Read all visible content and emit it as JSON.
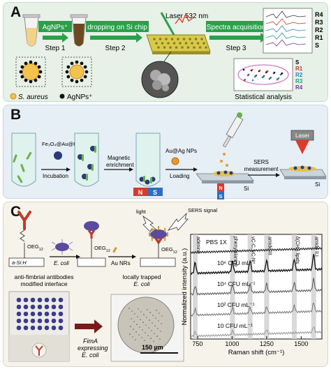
{
  "panel_a": {
    "label": "A",
    "laser": "Laser  532 nm",
    "step_aggnp": "AgNPs⁺",
    "step_dropping": "dropping on Si chip",
    "step_spectra": "Spectra acquisition",
    "step1": "Step 1",
    "step2": "Step 2",
    "step3": "Step 3",
    "legend_bacteria": "S. aureus",
    "legend_agnps": "AgNPs⁺",
    "spectra_labels": [
      "R4",
      "R3",
      "R2",
      "R1",
      "S"
    ],
    "pca_legend": [
      "S",
      "R1",
      "R2",
      "R3",
      "R4"
    ],
    "statistical_analysis": "Statistical analysis"
  },
  "panel_b": {
    "label": "B",
    "reagent": "Fe₃O₄@Au@PEI",
    "incubation": "Incubation",
    "magnetic": "Magnetic",
    "enrichment": "enrichment",
    "auag": "Au@Ag NPs",
    "loading": "Loading",
    "sers": "SERS",
    "measurement": "measurement",
    "laser": "Laser",
    "si1": "Si",
    "si2": "Si",
    "n": "N",
    "s": "S",
    "n2": "N",
    "s2": "S"
  },
  "panel_c": {
    "label": "C",
    "light": "light",
    "sers_signal": "SERS signal",
    "oeg1": "OEG",
    "oeg1_sub": "12",
    "oeg2": "OEG",
    "oeg2_sub": "12",
    "oeg3": "OEG",
    "oeg3_sub": "12",
    "si_h": "a-Si:H",
    "ecoli": "E. coli",
    "au_nrs": "Au NRs",
    "interface_line1": "anti-fimbrial antibodies",
    "interface_line2": "modified interface",
    "trapped_line1": "locally trapped",
    "trapped_line2": "E. coli",
    "fima_line1": "FimA",
    "fima_line2": "expressing",
    "fima_line3": "E. coli",
    "scale": "150 µm"
  },
  "colors": {
    "arrow_green": "#2aa04a",
    "arrow_dark": "#5a1a1a",
    "panel_a_bg": "#e7f1e7",
    "panel_b_bg": "#e6eef6",
    "panel_c_bg": "#f6f3ea",
    "antibody": "#c0392b",
    "ecoli_purple": "#5a4aa0",
    "nanorod": "#d39a2c",
    "trace": "#1a1a1a",
    "band": "#d0d0d0"
  },
  "chart_data": {
    "type": "line",
    "xlabel": "Raman shift (cm⁻¹)",
    "ylabel": "Normalized intensity (a.u.)",
    "xlim": [
      700,
      1650
    ],
    "x_ticks": [
      750,
      1000,
      1250,
      1500
    ],
    "band_labels": [
      "adenine",
      "phenylalanine",
      "νC-C, νC-N",
      "amide III",
      "δ(CH₂) lipids",
      "amide II,I"
    ],
    "band_centers": [
      733,
      1003,
      1130,
      1250,
      1450,
      1590
    ],
    "series": [
      {
        "name": "PBS 1X",
        "peaks": []
      },
      {
        "name": "10⁶ CFU mL⁻¹",
        "peaks": [
          733,
          1003,
          1130,
          1250,
          1450,
          1590
        ]
      },
      {
        "name": "10⁴ CFU mL⁻¹",
        "peaks": [
          733,
          1003,
          1130,
          1250,
          1450,
          1590
        ]
      },
      {
        "name": "10² CFU mL⁻¹",
        "peaks": [
          733,
          1003,
          1130,
          1250,
          1450,
          1590
        ]
      },
      {
        "name": "10 CFU mL⁻¹",
        "peaks": [
          733,
          1003,
          1250,
          1590
        ]
      }
    ]
  }
}
